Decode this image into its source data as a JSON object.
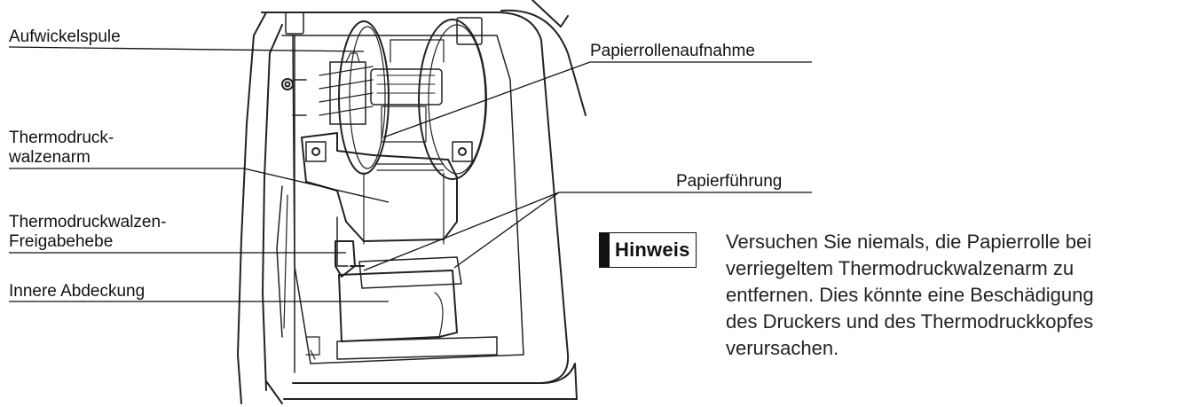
{
  "labels": {
    "aufwickelspule": "Aufwickelspule",
    "papierrollenaufnahme": "Papierrollenaufnahme",
    "thermo_arm_l1": "Thermodruck-",
    "thermo_arm_l2": "walzenarm",
    "papierfuehrung": "Papierführung",
    "freigabe_l1": "Thermodruckwalzen-",
    "freigabe_l2": "Freigabehebe",
    "innere_abdeckung": "Innere Abdeckung"
  },
  "note": {
    "badge": "Hinweis",
    "lines": [
      "Versuchen Sie niemals, die Papierrolle bei",
      "verriegeltem Thermodruckwalzenarm zu",
      "entfernen. Dies könnte eine Beschädigung",
      "des Druckers und des Thermodruckkopfes",
      "verursachen."
    ]
  }
}
